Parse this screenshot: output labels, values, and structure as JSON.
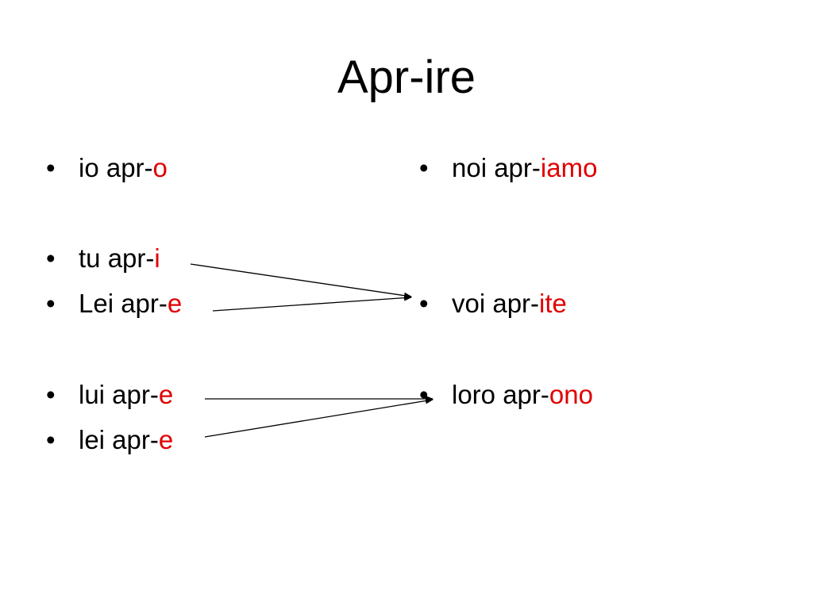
{
  "title": "Apr-ire",
  "bullet_glyph": "•",
  "left_column": [
    {
      "stem": "io apr-",
      "ending": "o"
    },
    {
      "stem": "tu apr-",
      "ending": "i"
    },
    {
      "stem": "Lei apr-",
      "ending": "e"
    },
    {
      "stem": "lui apr-",
      "ending": "e"
    },
    {
      "stem": "lei apr-",
      "ending": "e"
    }
  ],
  "right_column": [
    {
      "stem": "noi apr-",
      "ending": "iamo"
    },
    {
      "stem": "voi apr-",
      "ending": "ite"
    },
    {
      "stem": "loro apr-",
      "ending": "ono"
    }
  ],
  "colors": {
    "text": "#000000",
    "ending": "#e00000",
    "arrow": "#000000",
    "background": "#ffffff"
  }
}
